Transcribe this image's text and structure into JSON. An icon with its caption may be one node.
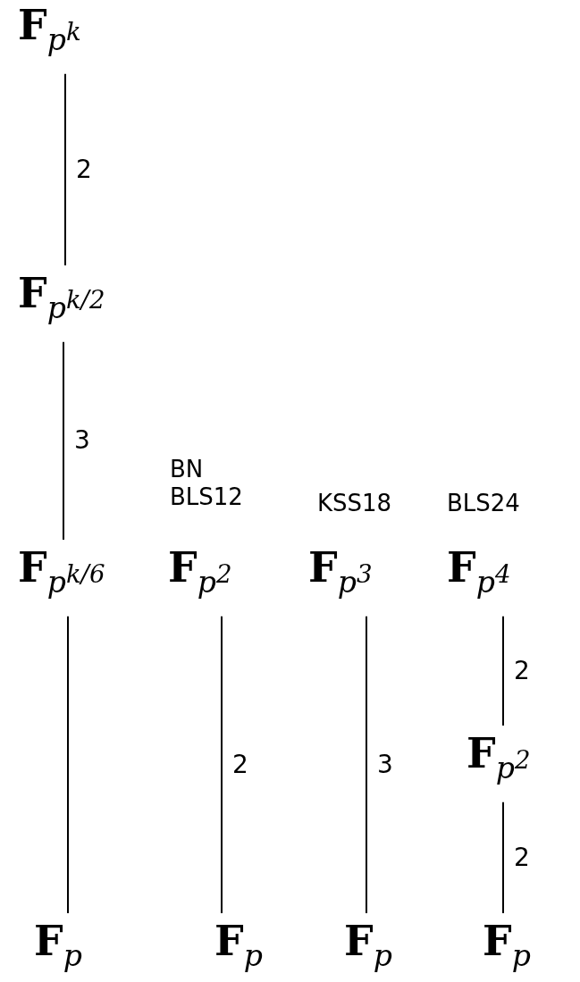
{
  "diagram": {
    "nodes": [
      {
        "text": [
          "**F**$_{p}$$^{k}$"
        ]
      },
      {
        "text": [
          "**F**$_{p}$$^{k/2}$"
        ]
      },
      {
        "text": [
          "**F**$_{p}$$^{k/6}$"
        ]
      },
      {
        "text": [
          "**F**$_{p}$$^{2}$"
        ],
        "beside": [
          "BN",
          "BLS12"
        ]
      },
      {
        "text": [
          "**F**$_{p}$$^{3}$"
        ],
        "beside": [
          "KSS18"
        ]
      },
      {
        "text": [
          "**F**$_{p}$$^{4}$"
        ],
        "beside": [
          "BLS24"
        ]
      },
      {
        "text": [
          "**F**$_{p}$$^{2}$"
        ]
      },
      {
        "text": [
          "**F**$_{p}$"
        ]
      },
      {
        "text": [
          "**F**$_{p}$"
        ]
      },
      {
        "text": [
          "**F**$_{p}$"
        ]
      },
      {
        "text": [
          "**F**$_{p}$"
        ]
      }
    ],
    "edges": [
      {
        "from": 0,
        "to": 1,
        "arrow": "none",
        "label": "2"
      },
      {
        "from": 1,
        "to": 2,
        "arrow": "none",
        "label": "3"
      },
      {
        "from": 2,
        "to": 7,
        "arrow": "none"
      },
      {
        "from": 3,
        "to": 8,
        "arrow": "none",
        "label": "2"
      },
      {
        "from": 4,
        "to": 9,
        "arrow": "none",
        "label": "3"
      },
      {
        "from": 5,
        "to": 6,
        "arrow": "none",
        "label": "2"
      },
      {
        "from": 6,
        "to": 10,
        "arrow": "none",
        "label": "2"
      }
    ]
  }
}
